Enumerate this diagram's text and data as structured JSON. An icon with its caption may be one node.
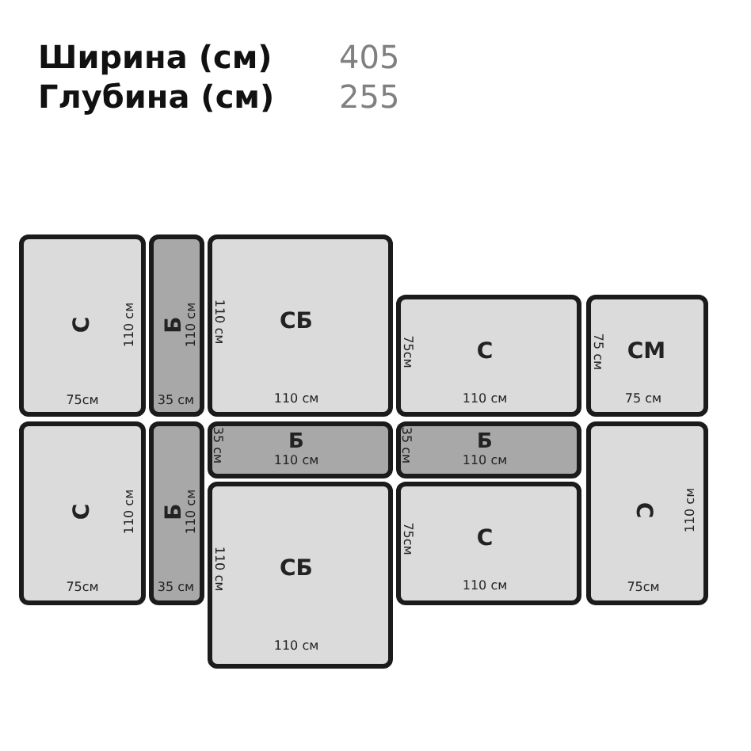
{
  "diagram": {
    "nodes": [
      {
        "text": [
          "С",
          "110 см",
          "75см"
        ]
      },
      {
        "text": [
          "Б",
          "110 см",
          "35 см"
        ]
      },
      {
        "text": [
          "СБ",
          "110 см",
          "110 см"
        ]
      },
      {
        "text": [
          "С",
          "75см",
          "110 см"
        ]
      },
      {
        "text": [
          "СМ",
          "75 см",
          "75 см"
        ]
      },
      {
        "text": [
          "С",
          "110 см",
          "75см"
        ]
      },
      {
        "text": [
          "Б",
          "110 см",
          "35 см"
        ]
      },
      {
        "text": [
          "Б",
          "35 см",
          "110 см"
        ]
      },
      {
        "text": [
          "Б",
          "35 см",
          "110 см"
        ]
      },
      {
        "text": [
          "С",
          "110 см",
          "75см"
        ]
      },
      {
        "text": [
          "СБ",
          "110 см",
          "110 см"
        ]
      },
      {
        "text": [
          "С",
          "75см",
          "110 см"
        ]
      }
    ],
    "edges": [],
    "labels": [
      "Ширина (см)",
      "405",
      "Глубина (см)",
      "255"
    ]
  }
}
